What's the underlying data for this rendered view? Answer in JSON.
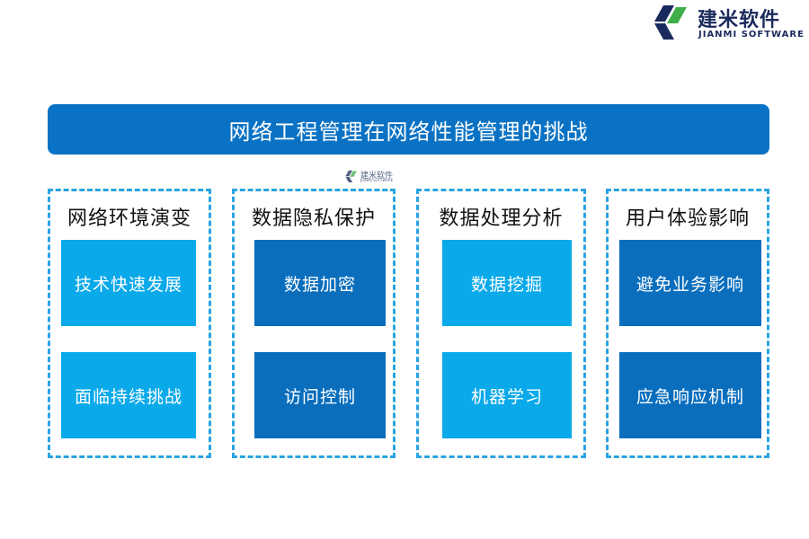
{
  "logo": {
    "name_cn": "建米软件",
    "name_en": "JIANMI SOFTWARE"
  },
  "title": "网络工程管理在网络性能管理的挑战",
  "watermark": {
    "name_cn": "建米软件",
    "name_en": "JIANMI SOFTWARE"
  },
  "columns": [
    {
      "heading": "网络环境演变",
      "items": [
        "技术快速发展",
        "面临持续挑战"
      ],
      "color": "#0aa9ea"
    },
    {
      "heading": "数据隐私保护",
      "items": [
        "数据加密",
        "访问控制"
      ],
      "color": "#0a6ebd"
    },
    {
      "heading": "数据处理分析",
      "items": [
        "数据挖掘",
        "机器学习"
      ],
      "color": "#0aa9ea"
    },
    {
      "heading": "用户体验影响",
      "items": [
        "避免业务影响",
        "应急响应机制"
      ],
      "color": "#0a6ebd"
    }
  ],
  "colors": {
    "title_bar": "#0a72c4",
    "dashed_border": "#2aa3e2",
    "light_box": "#0aa9ea",
    "dark_box": "#0a6ebd",
    "logo_dark": "#1b2a5c",
    "logo_green": "#3fae49"
  }
}
